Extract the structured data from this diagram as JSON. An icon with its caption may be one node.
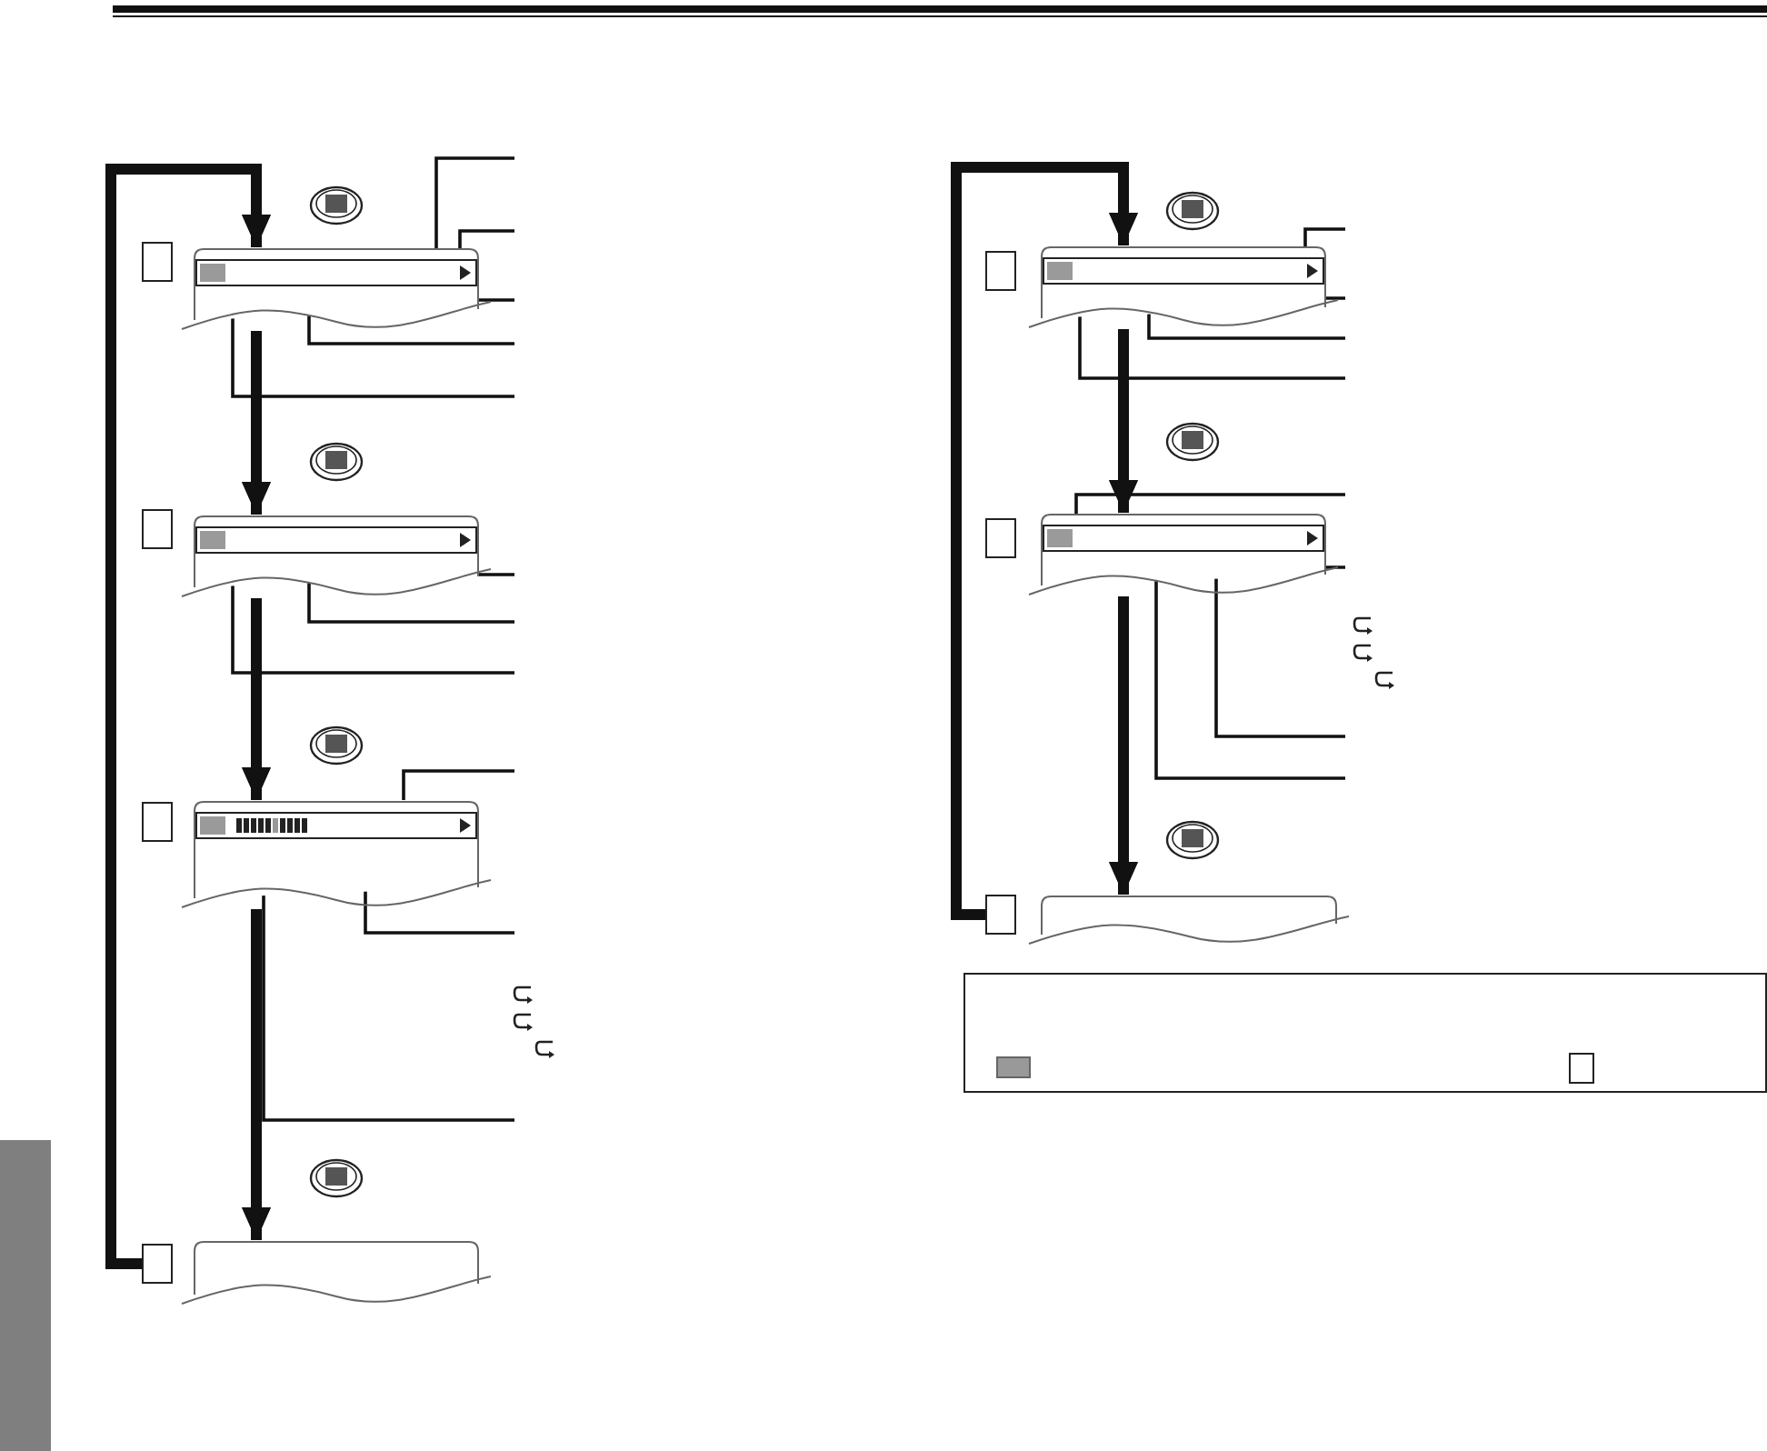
{
  "diagram": {
    "nodes": [
      {
        "text": [],
        "shape": "box"
      },
      {
        "text": [],
        "shape": "screen"
      },
      {
        "text": [],
        "shape": "box"
      },
      {
        "text": [],
        "shape": "screen"
      },
      {
        "text": [],
        "shape": "box"
      },
      {
        "text": [],
        "shape": "screen"
      },
      {
        "text": [],
        "shape": "box"
      },
      {
        "text": [],
        "shape": "screen"
      },
      {
        "text": [],
        "shape": "box"
      },
      {
        "text": [],
        "shape": "screen"
      },
      {
        "text": [],
        "shape": "box"
      },
      {
        "text": [],
        "shape": "screen"
      },
      {
        "text": [],
        "shape": "box"
      },
      {
        "text": [],
        "shape": "screen"
      },
      {
        "text": [],
        "shape": "box"
      },
      {
        "text": [],
        "shape": "box",
        "in": 14
      },
      {
        "text": [],
        "shape": "bar"
      }
    ],
    "edges": [
      {
        "from": 1,
        "to": 3,
        "arrow": "to",
        "style": "thick"
      },
      {
        "from": 3,
        "to": 5,
        "arrow": "to",
        "style": "thick"
      },
      {
        "from": 5,
        "to": 7,
        "arrow": "to",
        "style": "thick"
      },
      {
        "from": 6,
        "to": 1,
        "arrow": "to",
        "style": "thick"
      },
      {
        "from": 9,
        "to": 11,
        "arrow": "to",
        "style": "thick"
      },
      {
        "from": 11,
        "to": 13,
        "arrow": "to",
        "style": "thick"
      },
      {
        "from": 12,
        "to": 9,
        "arrow": "to",
        "style": "thick"
      },
      {
        "from": null,
        "to": 1,
        "arrow": "none"
      },
      {
        "from": null,
        "to": 1,
        "arrow": "none"
      },
      {
        "from": null,
        "to": 1,
        "arrow": "none"
      },
      {
        "from": null,
        "to": 1,
        "arrow": "none"
      },
      {
        "from": null,
        "to": 1,
        "arrow": "none"
      },
      {
        "from": null,
        "to": 3,
        "arrow": "none"
      },
      {
        "from": null,
        "to": 3,
        "arrow": "none"
      },
      {
        "from": null,
        "to": 3,
        "arrow": "none"
      },
      {
        "from": null,
        "to": 5,
        "arrow": "none"
      },
      {
        "from": null,
        "to": 5,
        "arrow": "none"
      },
      {
        "from": null,
        "to": 5,
        "arrow": "none"
      },
      {
        "from": null,
        "to": 9,
        "arrow": "none"
      },
      {
        "from": null,
        "to": 9,
        "arrow": "none"
      },
      {
        "from": null,
        "to": 9,
        "arrow": "none"
      },
      {
        "from": null,
        "to": 9,
        "arrow": "none"
      },
      {
        "from": null,
        "to": 11,
        "arrow": "none"
      },
      {
        "from": null,
        "to": 11,
        "arrow": "none"
      },
      {
        "from": null,
        "to": 11,
        "arrow": "none"
      },
      {
        "from": null,
        "to": 11,
        "arrow": "none"
      }
    ]
  }
}
